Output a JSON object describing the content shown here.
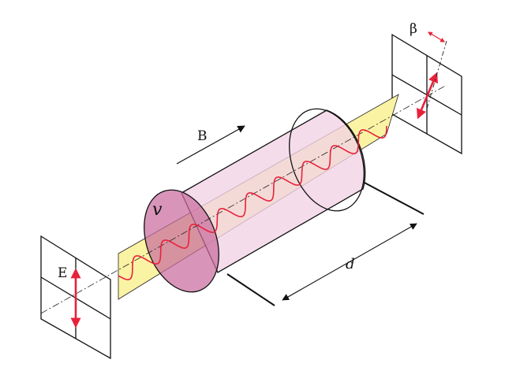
{
  "labels": {
    "magnetic_field": "B",
    "verdet": "v",
    "length": "d",
    "electric_field": "E",
    "rotation_angle": "β"
  },
  "colors": {
    "wave": "#e8213a",
    "polarizer_arrow": "#e8213a",
    "plane_fill": "#fbf3a4",
    "cylinder_fill": "#f2d2e6",
    "cylinder_end": "#c96c9e",
    "outline": "#111111"
  },
  "icons": {
    "polarizer_left": "polarizer-frame",
    "polarizer_right": "analyzer-frame"
  }
}
